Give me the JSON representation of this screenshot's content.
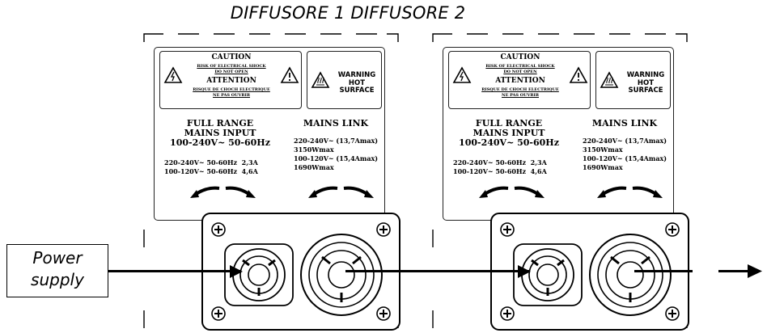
{
  "title": "DIFFUSORE 1 DIFFUSORE 2",
  "power_supply": {
    "line1": "Power",
    "line2": "supply"
  },
  "panels": [
    {
      "caution": {
        "title": "CAUTION",
        "line1": "RISK OF ELECTRICAL SHOCK",
        "line2": "DO NOT OPEN",
        "attention": "ATTENTION",
        "line3": "RISQUE DE CHOCH ELECTRIQUE",
        "line4": "NE PAS OUVRIR"
      },
      "warning": {
        "line1": "WARNING",
        "line2": "HOT SURFACE"
      },
      "input": {
        "title1": "FULL  RANGE",
        "title2": "MAINS INPUT",
        "range": "100-240V~ 50-60Hz",
        "spec1": "220-240V~ 50-60Hz  2,3A",
        "spec2": "100-120V~ 50-60Hz  4,6A"
      },
      "link": {
        "title": "MAINS LINK",
        "spec1": "220-240V~ (13,7Amax)",
        "spec2": "3150Wmax",
        "spec3": "100-120V~ (15,4Amax)",
        "spec4": "1690Wmax"
      }
    },
    {
      "caution": {
        "title": "CAUTION",
        "line1": "RISK OF ELECTRICAL SHOCK",
        "line2": "DO NOT OPEN",
        "attention": "ATTENTION",
        "line3": "RISQUE DE CHOCH ELECTRIQUE",
        "line4": "NE PAS OUVRIR"
      },
      "warning": {
        "line1": "WARNING",
        "line2": "HOT SURFACE"
      },
      "input": {
        "title1": "FULL  RANGE",
        "title2": "MAINS INPUT",
        "range": "100-240V~ 50-60Hz",
        "spec1": "220-240V~ 50-60Hz  2,3A",
        "spec2": "100-120V~ 50-60Hz  4,6A"
      },
      "link": {
        "title": "MAINS LINK",
        "spec1": "220-240V~ (13,7Amax)",
        "spec2": "3150Wmax",
        "spec3": "100-120V~ (15,4Amax)",
        "spec4": "1690Wmax"
      }
    }
  ]
}
